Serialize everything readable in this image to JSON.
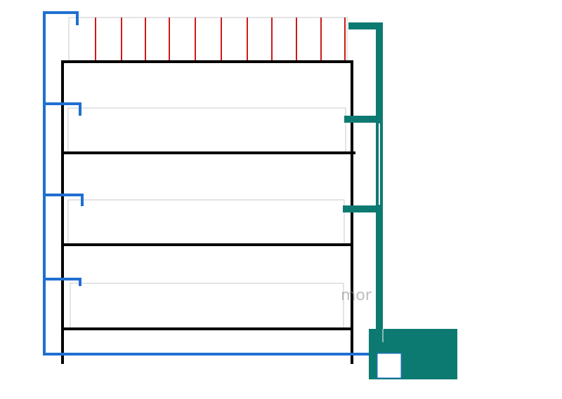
{
  "diagram": {
    "colors": {
      "frame": "#000000",
      "tank_outline": "#c8c8c8",
      "supply_pipe": "#1f6fd1",
      "return_pipe": "#0d7a72",
      "sump_fill": "#0d7a72",
      "inlet_box_fill": "#ffffff",
      "dividers": "#d01818",
      "watermark": "#8a8a8a"
    },
    "tiers": [
      {
        "name": "tier-1",
        "has_dividers": true,
        "divider_count": 11
      },
      {
        "name": "tier-2",
        "has_dividers": false
      },
      {
        "name": "tier-3",
        "has_dividers": false
      },
      {
        "name": "tier-4",
        "has_dividers": false
      }
    ],
    "sump": {
      "label": ""
    },
    "watermark_text": "mor"
  }
}
